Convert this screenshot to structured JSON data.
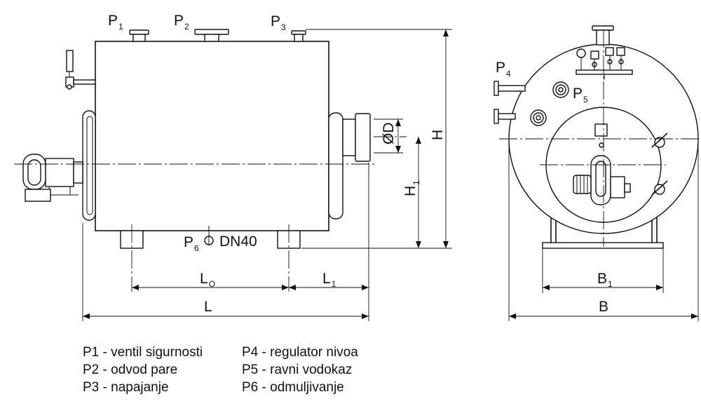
{
  "labels": {
    "p1": "P",
    "p1_sub": "1",
    "p2": "P",
    "p2_sub": "2",
    "p3": "P",
    "p3_sub": "3",
    "p4": "P",
    "p4_sub": "4",
    "p5": "P",
    "p5_sub": "5",
    "p6": "P",
    "p6_sub": "6",
    "dn40": "DN40",
    "dim_h": "H",
    "dim_h1": "H",
    "dim_h1_sub": "1",
    "dim_d": "ØD",
    "dim_l0": "L",
    "dim_l0_sub": "O",
    "dim_l1": "L",
    "dim_l1_sub": "1",
    "dim_l": "L",
    "dim_b1": "B",
    "dim_b1_sub": "1",
    "dim_b": "B"
  },
  "legend": {
    "left": [
      "P1 - ventil sigurnosti",
      "P2 - odvod pare",
      "P3 - napajanje"
    ],
    "right": [
      "P4 - regulator nivoa",
      "P5 - ravni vodokaz",
      "P6 - odmuljivanje"
    ]
  }
}
